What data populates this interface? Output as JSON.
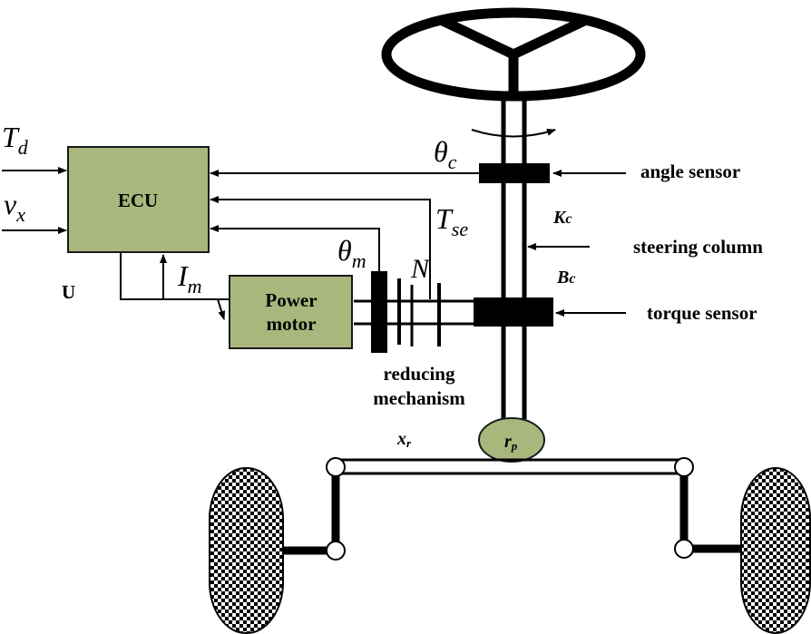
{
  "blocks": {
    "ecu": "ECU",
    "motor_line1": "Power",
    "motor_line2": "motor"
  },
  "labels": {
    "angle_sensor": "angle sensor",
    "steering_column": "steering column",
    "torque_sensor": "torque sensor",
    "reducing_line1": "reducing",
    "reducing_line2": "mechanism",
    "u": "U"
  },
  "symbols": {
    "td": {
      "base": "T",
      "sub": "d"
    },
    "vx": {
      "base": "v",
      "sub": "x"
    },
    "im": {
      "base": "I",
      "sub": "m"
    },
    "theta_m": {
      "base": "θ",
      "sub": "m"
    },
    "theta_c": {
      "base": "θ",
      "sub": "c"
    },
    "tse": {
      "base": "T",
      "sub": "se"
    },
    "n": "N",
    "kc": {
      "base": "K",
      "sub": "c"
    },
    "bc": {
      "base": "B",
      "sub": "c"
    },
    "xr": {
      "base": "x",
      "sub": "r"
    },
    "rp": {
      "base": "r",
      "sub": "p"
    }
  },
  "colors": {
    "block_fill": "#a8b87c",
    "block_stroke": "#1a1a1a",
    "pinion_fill": "#a8b87c",
    "line": "#000000"
  }
}
